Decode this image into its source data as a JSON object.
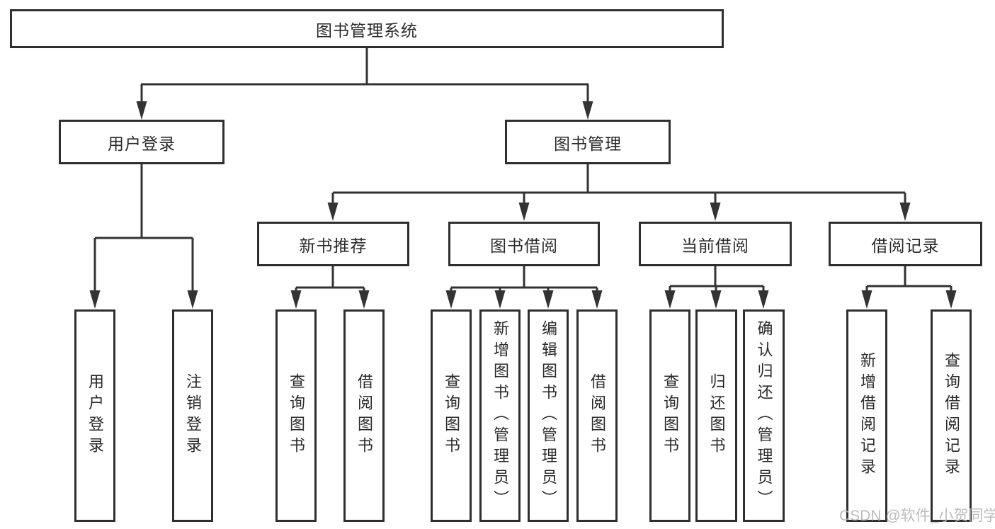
{
  "tree": {
    "label": "图书管理系统",
    "children": [
      {
        "label": "用户登录",
        "children": [
          {
            "label": "用户登录"
          },
          {
            "label": "注销登录"
          }
        ]
      },
      {
        "label": "图书管理",
        "children": [
          {
            "label": "新书推荐",
            "children": [
              {
                "label": "查询图书"
              },
              {
                "label": "借阅图书"
              }
            ]
          },
          {
            "label": "图书借阅",
            "children": [
              {
                "label": "查询图书"
              },
              {
                "label": "新增图书（管理员）"
              },
              {
                "label": "编辑图书（管理员）"
              },
              {
                "label": "借阅图书"
              }
            ]
          },
          {
            "label": "当前借阅",
            "children": [
              {
                "label": "查询图书"
              },
              {
                "label": "归还图书"
              },
              {
                "label": "确认归还（管理员）"
              }
            ]
          },
          {
            "label": "借阅记录",
            "children": [
              {
                "label": "新增借阅记录"
              },
              {
                "label": "查询借阅记录"
              }
            ]
          }
        ]
      }
    ]
  },
  "watermark": {
    "text": "CSDN @软件_小贺同学"
  },
  "colors": {
    "line": "#333333",
    "box_border": "#2f2f2f",
    "text": "#2a2a2a",
    "background": "#ffffff",
    "watermark": "#b6b6b6"
  }
}
